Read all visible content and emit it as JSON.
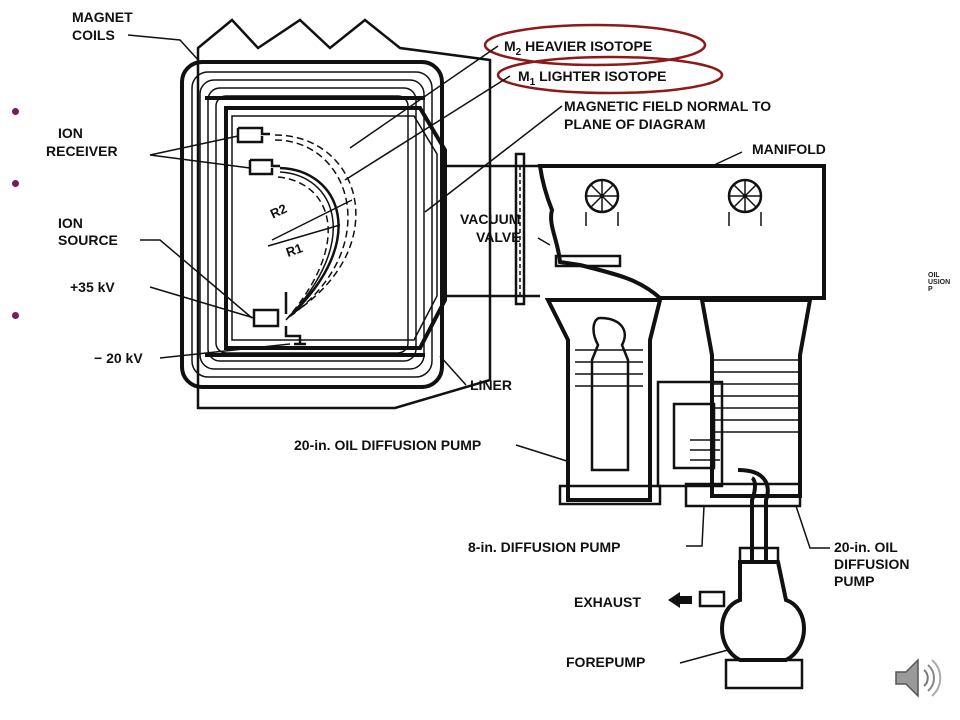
{
  "labels": {
    "magnet_coils_1": "MAGNET",
    "magnet_coils_2": "COILS",
    "heavier_prefix": "M",
    "heavier_sub": "2",
    "heavier_text": " HEAVIER ISOTOPE",
    "lighter_prefix": "M",
    "lighter_sub": "1",
    "lighter_text": " LIGHTER ISOTOPE",
    "field_1": "MAGNETIC FIELD NORMAL TO",
    "field_2": "PLANE OF DIAGRAM",
    "manifold": "MANIFOLD",
    "ion_receiver_1": "ION",
    "ion_receiver_2": "RECEIVER",
    "ion_source_1": "ION",
    "ion_source_2": "SOURCE",
    "r2": "R2",
    "r1": "R1",
    "vacuum_1": "VACUUM",
    "vacuum_2": "VALVE",
    "plus35": "+35 kV",
    "minus20": "− 20 kV",
    "liner": "LINER",
    "oil_pump_20": "20-in. OIL DIFFUSION PUMP",
    "diff_pump_8": "8-in. DIFFUSION PUMP",
    "oil_pump_20b_1": "20-in. OIL",
    "oil_pump_20b_2": "DIFFUSION",
    "oil_pump_20b_3": "PUMP",
    "exhaust": "EXHAUST",
    "forepump": "FOREPUMP"
  },
  "edge_label": [
    "OIL",
    "USION",
    "P"
  ],
  "colors": {
    "highlight_ring": "#8b1a1a",
    "bullet": "#7a1a5e"
  },
  "icons": {
    "speaker": "speaker-icon"
  }
}
